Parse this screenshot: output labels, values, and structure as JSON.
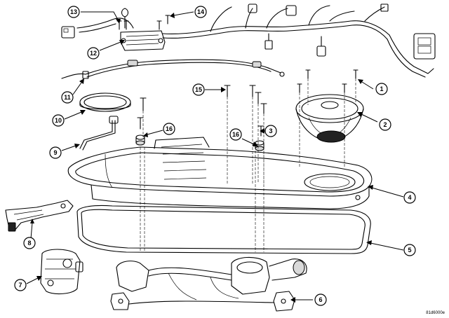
{
  "figure_id": "81d6000e",
  "callouts": [
    {
      "number": "1",
      "label": "1"
    },
    {
      "number": "2",
      "label": "2"
    },
    {
      "number": "3",
      "label": "3"
    },
    {
      "number": "4",
      "label": "4"
    },
    {
      "number": "5",
      "label": "5"
    },
    {
      "number": "6",
      "label": "6"
    },
    {
      "number": "7",
      "label": "7"
    },
    {
      "number": "8",
      "label": "8"
    },
    {
      "number": "9",
      "label": "9"
    },
    {
      "number": "10",
      "label": "10"
    },
    {
      "number": "11",
      "label": "11"
    },
    {
      "number": "12",
      "label": "12"
    },
    {
      "number": "13",
      "label": "13"
    },
    {
      "number": "14",
      "label": "14"
    },
    {
      "number": "15",
      "label": "15"
    },
    {
      "number": "16a",
      "label": "16"
    },
    {
      "number": "16b",
      "label": "16"
    }
  ]
}
